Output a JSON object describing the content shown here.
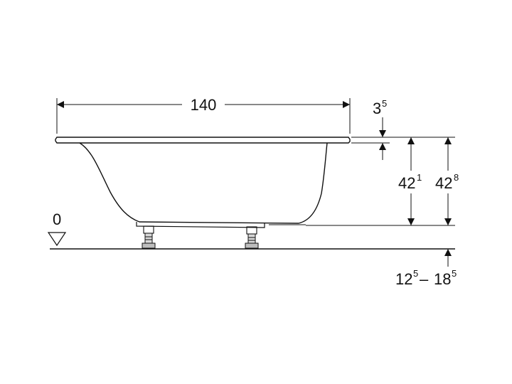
{
  "dimensions": {
    "length": {
      "value": "140"
    },
    "rim": {
      "base": "3",
      "sup": "5"
    },
    "height_inner": {
      "base": "42",
      "sup": "1"
    },
    "height_outer": {
      "base": "42",
      "sup": "8"
    },
    "floor_label": "0",
    "feet_range": {
      "from_base": "12",
      "from_sup": "5",
      "dash": "–",
      "to_base": "18",
      "to_sup": "5"
    }
  },
  "colors": {
    "line": "#111111",
    "fill": "#ffffff"
  }
}
